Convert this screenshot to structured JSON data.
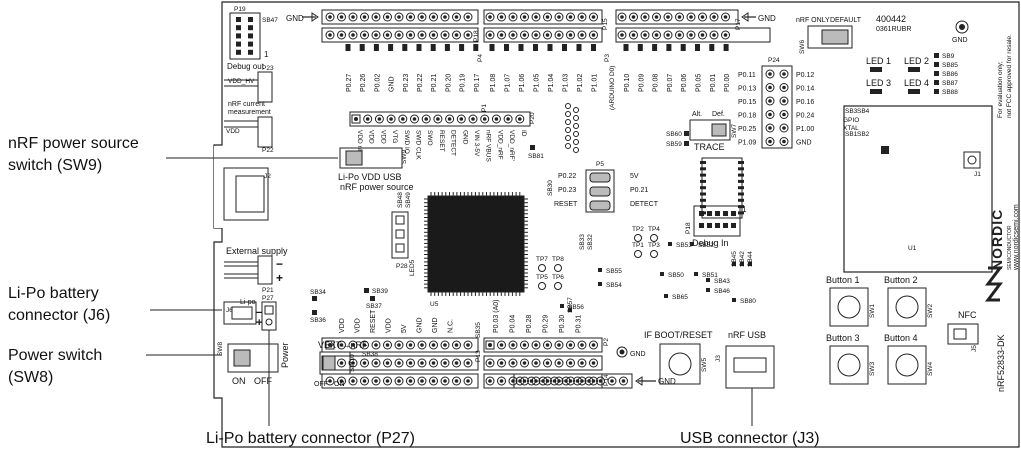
{
  "callouts": {
    "sw9_line1": "nRF power source",
    "sw9_line2": "switch (SW9)",
    "j6_line1": "Li-Po battery",
    "j6_line2": "connector (J6)",
    "sw8_line1": "Power switch",
    "sw8_line2": "(SW8)",
    "p27": "Li-Po battery connector (P27)",
    "j3": "USB connector (J3)"
  },
  "board": {
    "gnd": "GND",
    "p19": "P19",
    "sb47": "SB47",
    "one": "1",
    "debug_out": "Debug out",
    "vdd_hv": "VDD_HV",
    "p23": "P23",
    "nrf_current_1": "nRF current",
    "nrf_current_2": "measurement",
    "vdd": "VDD",
    "p22": "P22",
    "p18": "P18",
    "p15": "P15",
    "p17": "P17",
    "p24": "P24",
    "p4": "P4",
    "p1": "P1",
    "p3": "P3",
    "nrf_only": "nRF ONLY",
    "default": "DEFAULT",
    "sw6": "SW6",
    "serial_1": "400442",
    "serial_2": "0361RUBR",
    "led1": "LED 1",
    "led2": "LED 2",
    "led3": "LED 3",
    "led4": "LED 4",
    "sb9": "SB9",
    "sb85": "SB85",
    "sb86": "SB86",
    "sb87": "SB87",
    "sb88": "SB88",
    "sb3": "SB3",
    "sb4": "SB4",
    "sb1": "SB1",
    "sb2": "SB2",
    "eval_1": "For evaluation only;",
    "eval_2": "not FCC approved for resale.",
    "alt": "Alt.",
    "def": "Def.",
    "sw7": "SW7",
    "trace": "TRACE",
    "sb60": "SB60",
    "sb59": "SB59",
    "sb81": "SB81",
    "gpio": "GPIO",
    "xtal": "XTAL",
    "u1": "U1",
    "j1": "J1",
    "nordic": "NORDIC",
    "nordic_sub": "SEMICONDUCTOR",
    "nordic_web": "www.nordicsemi.com",
    "arduino_d0": "(ARDUINO D0)",
    "j2": "J2",
    "li_po_vdd_usb": "Li-Po VDD USB",
    "nrf_power_source": "nRF power source",
    "sw9": "SW9",
    "sb48": "SB48",
    "sb49": "SB49",
    "p28": "P28",
    "led5": "LED5",
    "p5": "P5",
    "p0_22": "P0.22",
    "p0_23": "P0.23",
    "reset": "RESET",
    "v5": "5V",
    "p0_21": "P0.21",
    "detect": "DETECT",
    "sb30": "SB30",
    "sb33": "SB33",
    "sb32": "SB32",
    "p20": "P20",
    "u5": "U5",
    "tp2": "TP2",
    "tp4": "TP4",
    "tp1": "TP1",
    "tp3": "TP3",
    "tp7": "TP7",
    "tp8": "TP8",
    "tp5": "TP5",
    "tp6": "TP6",
    "sb56": "SB56",
    "sb57": "SB57",
    "sb55": "SB55",
    "sb54": "SB54",
    "sb53": "SB53",
    "sb52": "SB52",
    "sb50": "SB50",
    "sb51": "SB51",
    "sb45": "SB45",
    "sb42": "SB42",
    "sb44": "SB44",
    "sb43": "SB43",
    "sb46": "SB46",
    "sb65": "SB65",
    "sb80": "SB80",
    "sb39": "SB39",
    "sb37": "SB37",
    "sb34": "SB34",
    "sb36": "SB36",
    "sb35": "SB35",
    "sb38": "SB38",
    "debug_in": "Debug In",
    "external_supply": "External supply",
    "minus": "−",
    "plus": "+",
    "p21": "P21",
    "j6": "J6",
    "li_po": "Li-po",
    "p27": "P27",
    "power": "Power",
    "sw8": "SW8",
    "on": "ON",
    "off": "OFF",
    "vext_nrf": "VEXT→nRF",
    "sw10": "SW10",
    "p13": "P13",
    "p14": "P14",
    "p2": "P2",
    "if_boot_reset": "IF BOOT/RESET",
    "sw5": "SW5",
    "nrf_usb": "nRF USB",
    "j3": "J3",
    "button1": "Button 1",
    "button2": "Button 2",
    "button3": "Button 3",
    "button4": "Button 4",
    "sw1": "SW1",
    "sw2": "SW2",
    "sw3": "SW3",
    "sw4": "SW4",
    "nfc": "NFC",
    "j5": "J5",
    "dk_name": "nRF52833-DK"
  },
  "top_pins": [
    "P0.27",
    "P0.26",
    "P0.02",
    "GND",
    "P0.23",
    "P0.22",
    "P0.21",
    "P0.20",
    "P0.19",
    "P0.17",
    "P1.08",
    "P1.07",
    "P1.06",
    "P1.05",
    "P1.04",
    "P1.03",
    "P1.02",
    "P1.01",
    "P0.10",
    "P0.09",
    "P0.08",
    "P0.07",
    "P0.06",
    "P0.05",
    "P0.01",
    "P0.00"
  ],
  "p24_left": [
    "P0.11",
    "P0.13",
    "P0.15",
    "P0.18",
    "P0.25",
    "P1.09"
  ],
  "p24_right": [
    "P0.12",
    "P0.14",
    "P0.16",
    "P0.24",
    "P1.00",
    "GND"
  ],
  "mid_pins": [
    "VDD nRF",
    "VDD",
    "VDD",
    "VTG",
    "SWD IO",
    "SWD CLK",
    "SWO",
    "RESET",
    "DETECT",
    "GND",
    "VIN 3-5V",
    "nRF VBUS",
    "VDD_nRF",
    "VDD_nRF'",
    "ID"
  ],
  "bottom_pins": [
    "VDD",
    "VDD",
    "RESET",
    "VDD",
    "5V",
    "GND",
    "GND",
    "N.C.",
    "P0.03 (A0)",
    "P0.04",
    "P0.28",
    "P0.29",
    "P0.30",
    "P0.31"
  ]
}
